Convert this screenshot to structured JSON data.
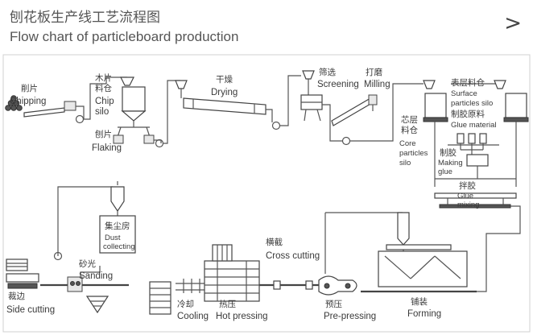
{
  "header": {
    "title_cn": "刨花板生产线工艺流程图",
    "title_en": "Flow chart of particleboard production",
    "next_icon": "chevron-right-icon"
  },
  "labels": {
    "chipping_cn": "削片",
    "chipping_en": "Chipping",
    "chip_silo_cn1": "木片",
    "chip_silo_cn2": "料仓",
    "chip_silo_en1": "Chip",
    "chip_silo_en2": "silo",
    "flaking_cn": "刨片",
    "flaking_en": "Flaking",
    "drying_cn": "干燥",
    "drying_en": "Drying",
    "screening_cn": "筛选",
    "screening_en": "Screening",
    "milling_cn": "打磨",
    "milling_en": "Milling",
    "surface_cn": "表层料仓",
    "surface_en1": "Surface",
    "surface_en2": "particles silo",
    "glue_material_cn": "制胶原料",
    "glue_material_en": "Glue material",
    "core_cn1": "芯层",
    "core_cn2": "料仓",
    "core_en1": "Core",
    "core_en2": "particles",
    "core_en3": "silo",
    "making_glue_cn": "制胶",
    "making_glue_en1": "Making",
    "making_glue_en2": "glue",
    "glue_mixing_cn": "拌胶",
    "glue_mixing_en1": "Glue",
    "glue_mixing_en2": "mixing",
    "dust_cn": "集尘房",
    "dust_en1": "Dust",
    "dust_en2": "collecting",
    "cross_cutting_cn": "横截",
    "cross_cutting_en": "Cross cutting",
    "sanding_cn": "砂光",
    "sanding_en": "Sanding",
    "side_cutting_cn": "裁边",
    "side_cutting_en": "Side cutting",
    "cooling_cn": "冷却",
    "cooling_en": "Cooling",
    "hot_pressing_cn": "热压",
    "hot_pressing_en": "Hot pressing",
    "pre_pressing_cn": "预压",
    "pre_pressing_en": "Pre-pressing",
    "forming_cn": "铺装",
    "forming_en": "Forming"
  },
  "colors": {
    "line": "#555555",
    "border": "#cccccc"
  }
}
